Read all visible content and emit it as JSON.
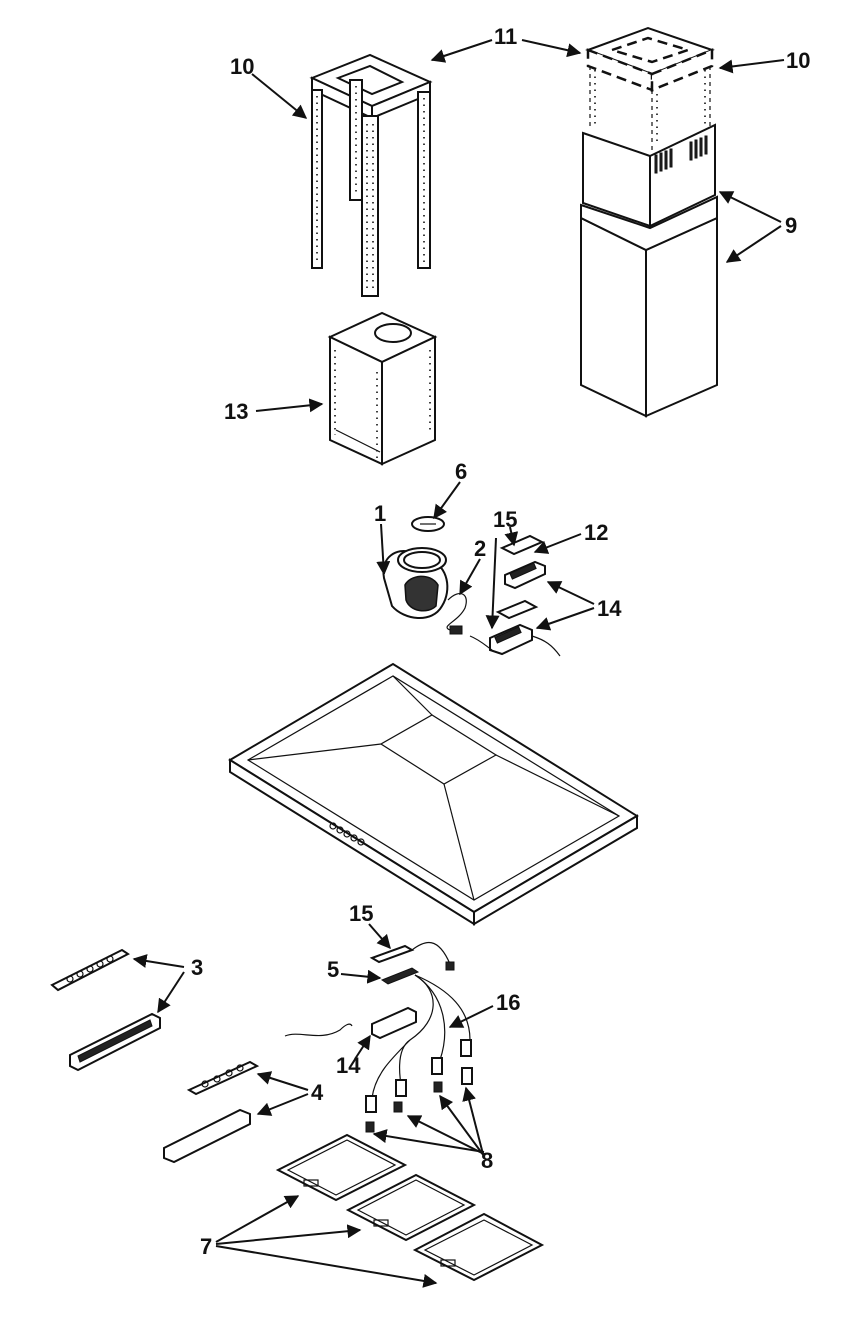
{
  "callouts": {
    "c1": "1",
    "c2": "2",
    "c3": "3",
    "c4": "4",
    "c5": "5",
    "c6": "6",
    "c7": "7",
    "c8": "8",
    "c9": "9",
    "c10a": "10",
    "c10b": "10",
    "c11": "11",
    "c12": "12",
    "c13": "13",
    "c14a": "14",
    "c14b": "14",
    "c15a": "15",
    "c15b": "15",
    "c16": "16"
  }
}
